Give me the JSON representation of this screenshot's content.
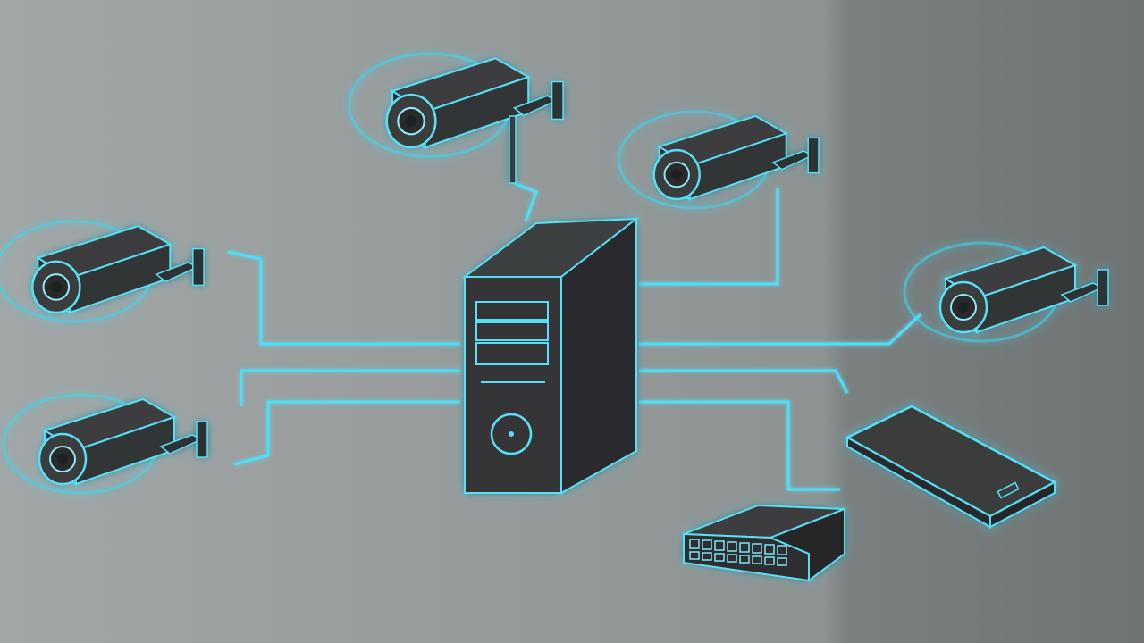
{
  "colors": {
    "background_left": "#9fa4a4",
    "background_mid": "#8a8f8f",
    "background_right": "#737878",
    "device_fill": "#3a3c3d",
    "device_side": "#2b2c2d",
    "glow": "#35d6f2",
    "line": "#4fdcf5"
  },
  "devices": [
    {
      "name": "camera-top-center",
      "icon": "cctv-camera-icon"
    },
    {
      "name": "camera-top-right",
      "icon": "cctv-camera-icon"
    },
    {
      "name": "camera-left-upper",
      "icon": "cctv-camera-icon"
    },
    {
      "name": "camera-left-lower",
      "icon": "cctv-camera-icon"
    },
    {
      "name": "camera-right",
      "icon": "cctv-camera-icon"
    },
    {
      "name": "server-tower",
      "icon": "server-tower-icon"
    },
    {
      "name": "network-recorder",
      "icon": "nvr-box-icon"
    },
    {
      "name": "smartphone",
      "icon": "smartphone-icon"
    }
  ]
}
